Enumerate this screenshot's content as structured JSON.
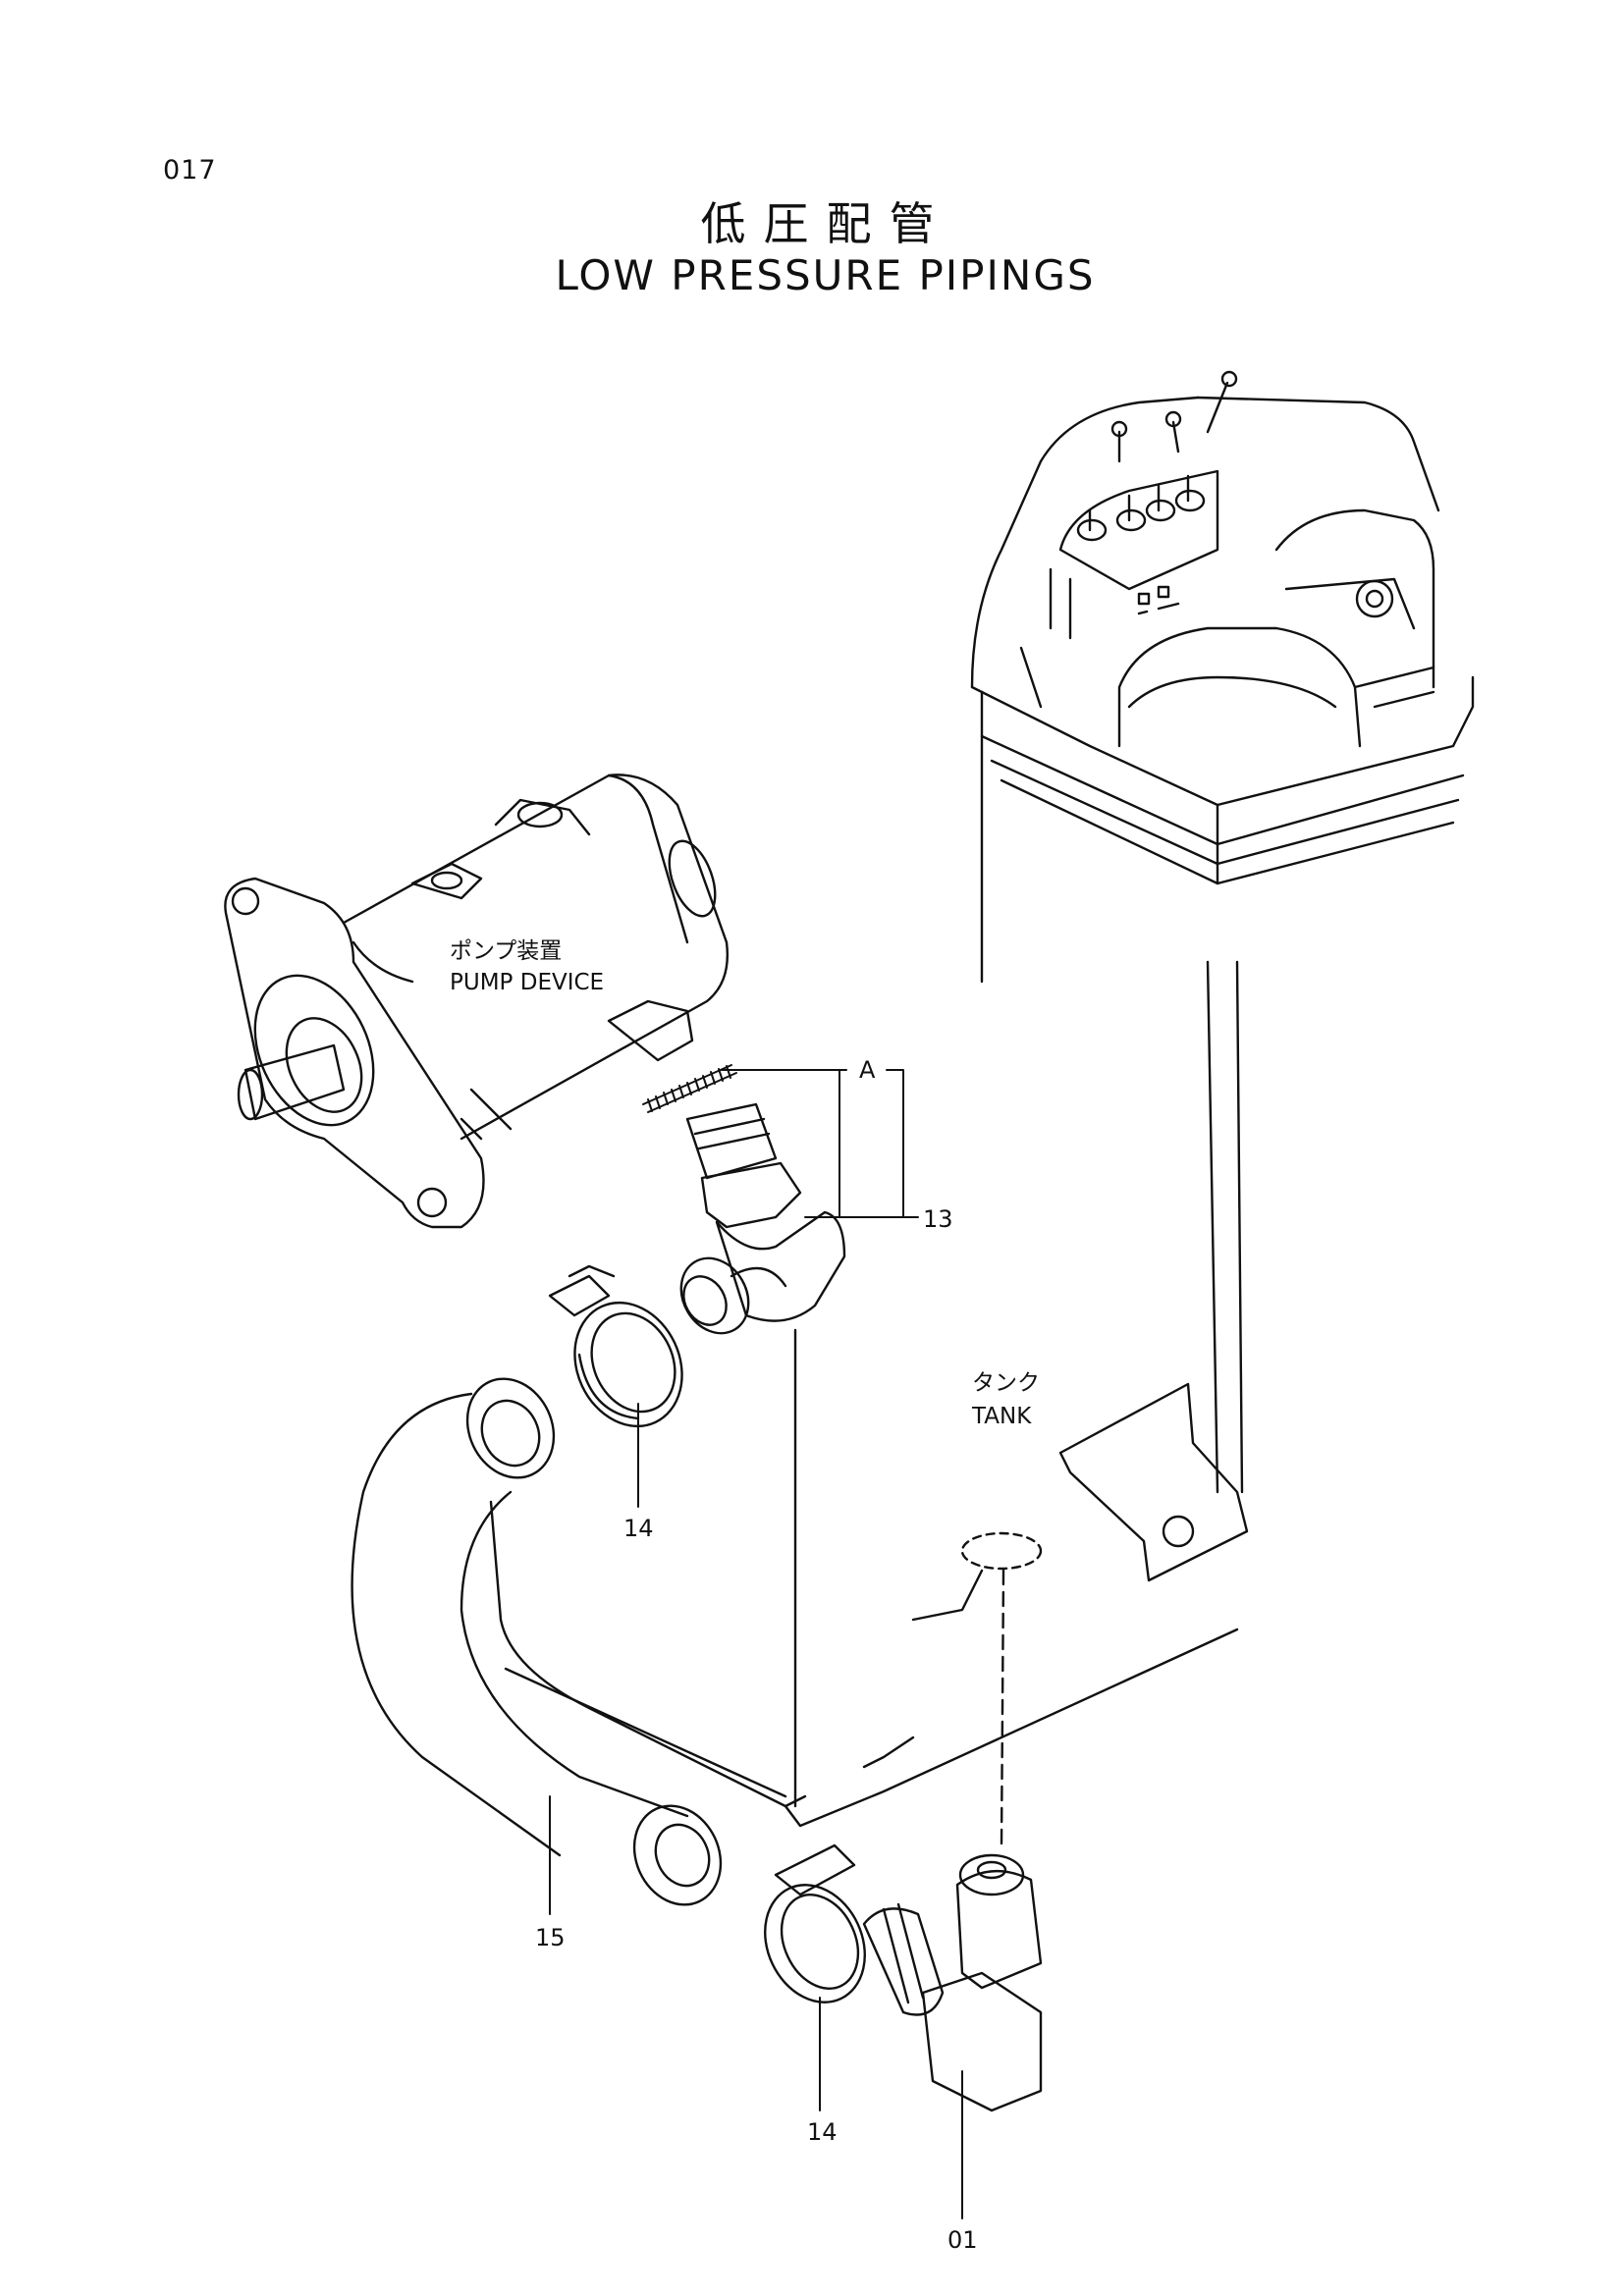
{
  "page": {
    "number": "017"
  },
  "title": {
    "japanese": "低圧配管",
    "english": "LOW PRESSURE PIPINGS"
  },
  "labels": {
    "pump_jp": "ポンプ装置",
    "pump_en": "PUMP DEVICE",
    "tank_jp": "タンク",
    "tank_en": "TANK",
    "ref_a": "A"
  },
  "callouts": [
    "13",
    "14",
    "14",
    "15",
    "01"
  ]
}
